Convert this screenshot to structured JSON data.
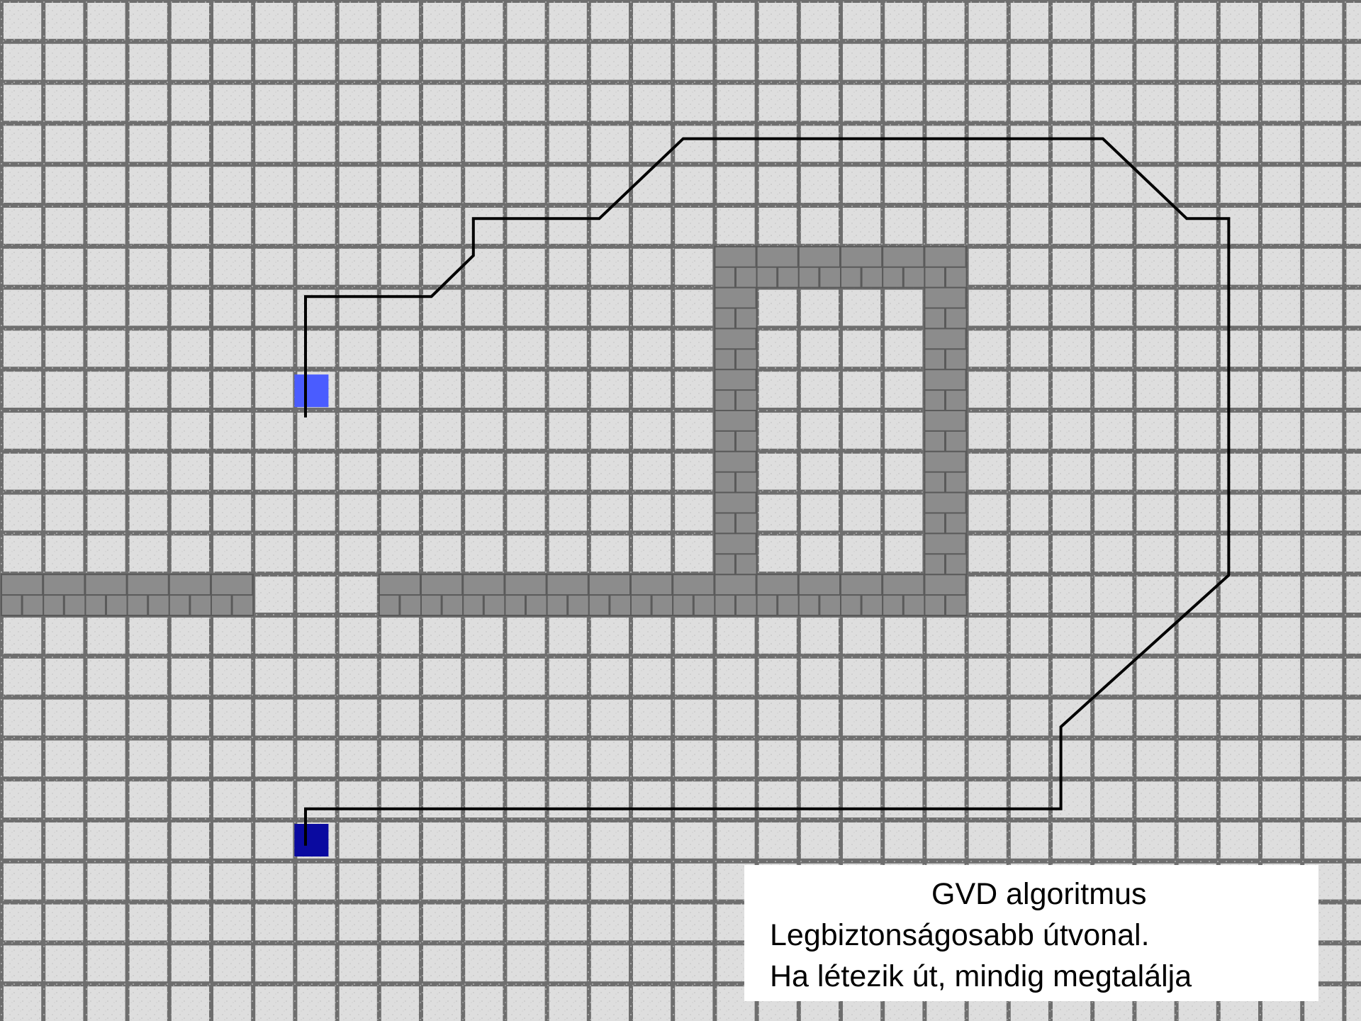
{
  "app": {
    "info": {
      "title": "GVD algoritmus",
      "line1": "Legbiztonságosabb útvonal.",
      "line2": "Ha létezik út, mindig megtalálja"
    }
  },
  "colors": {
    "floor": "#dedede",
    "grout": "#6e6e6e",
    "wall_brick": "#8c8c8c",
    "wall_mortar": "#5a5a5a",
    "path": "#000000",
    "start_marker": "#4a5cff",
    "goal_marker": "#0a0aa0",
    "info_bg": "#ffffff"
  },
  "grid": {
    "cols": 32,
    "rows": 24
  },
  "walls": {
    "horizontal": [
      {
        "row": 14,
        "from": 0,
        "to": 5
      },
      {
        "row": 14,
        "from": 9,
        "to": 22
      },
      {
        "row": 6,
        "from": 17,
        "to": 22
      }
    ],
    "vertical": [
      {
        "col": 17,
        "from": 7,
        "to": 13
      },
      {
        "col": 22,
        "from": 7,
        "to": 13
      }
    ]
  },
  "markers": {
    "start": {
      "col": 7,
      "row": 9
    },
    "goal": {
      "col": 7,
      "row": 20
    }
  },
  "path": [
    [
      7.5,
      10.15
    ],
    [
      7.5,
      7.2
    ],
    [
      10.5,
      7.2
    ],
    [
      11.5,
      6.2
    ],
    [
      11.5,
      5.3
    ],
    [
      14.5,
      5.3
    ],
    [
      16.5,
      3.35
    ],
    [
      26.5,
      3.35
    ],
    [
      28.5,
      5.3
    ],
    [
      29.5,
      5.3
    ],
    [
      29.5,
      14.0
    ],
    [
      25.5,
      17.7
    ],
    [
      25.5,
      19.7
    ],
    [
      7.5,
      19.7
    ],
    [
      7.5,
      20.6
    ]
  ]
}
